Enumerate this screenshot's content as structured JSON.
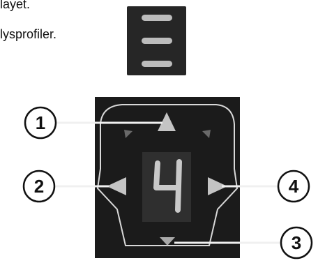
{
  "text": {
    "line1": "layet.",
    "line2": "lysprofiler."
  },
  "display": {
    "digit": "4"
  },
  "callouts": [
    "1",
    "2",
    "3",
    "4"
  ],
  "colors": {
    "panel": "#1b1b1b",
    "outline": "#d8d8d8",
    "arrow": "#bdbdbd",
    "segment": "#c9c9c9"
  }
}
